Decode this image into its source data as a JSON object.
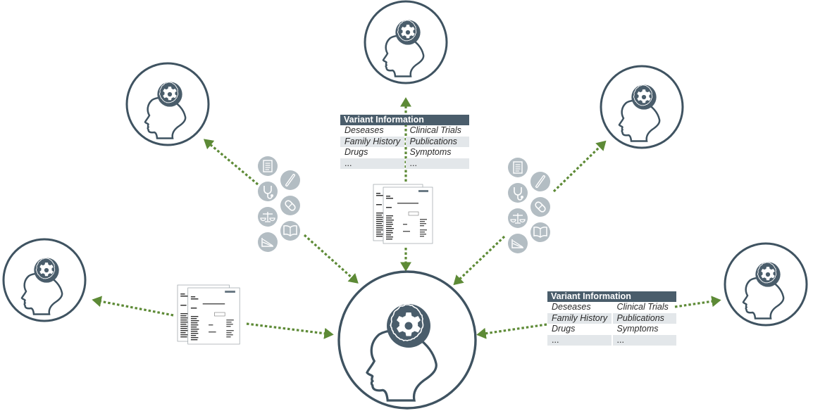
{
  "colors": {
    "head_outline": "#3f5361",
    "gear": "#4a5d6b",
    "arrow": "#5d8a36",
    "icon_circle": "#b3bdc3",
    "table_header": "#4a5d6b",
    "table_shade": "#e3e7ea"
  },
  "variant_tables": [
    {
      "title": "Variant Information",
      "rows": [
        [
          "Deseases",
          "Clinical Trials"
        ],
        [
          "Family History",
          "Publications"
        ],
        [
          "Drugs",
          "Symptoms"
        ],
        [
          "...",
          "..."
        ]
      ]
    },
    {
      "title": "Variant Information",
      "rows": [
        [
          "Deseases",
          "Clinical Trials"
        ],
        [
          "Family History",
          "Publications"
        ],
        [
          "Drugs",
          "Symptoms"
        ],
        [
          "...",
          "..."
        ]
      ]
    }
  ],
  "icon_clusters": [
    [
      "document-icon",
      "thermometer-icon",
      "stethoscope-icon",
      "pill-icon",
      "balance-scale-icon",
      "book-icon",
      "chart-icon"
    ],
    [
      "document-icon",
      "thermometer-icon",
      "stethoscope-icon",
      "pill-icon",
      "balance-scale-icon",
      "book-icon",
      "chart-icon"
    ]
  ]
}
